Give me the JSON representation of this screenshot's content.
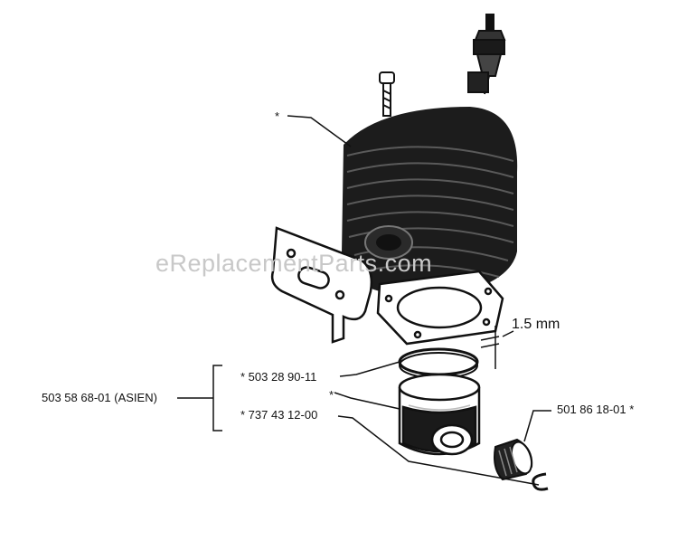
{
  "watermark": "eReplacementParts.com",
  "labels": {
    "cylinder_marker": "*",
    "ring_part": "* 503 28 90-11",
    "piston_marker": "*",
    "piston_part": "* 737 43 12-00",
    "group_part": "503 58 68-01 (ASIEN)",
    "bearing_part": "501 86 18-01 *",
    "gap_dim": "1.5 mm"
  },
  "colors": {
    "ink": "#111111",
    "watermark": "#c8c8c8",
    "background": "#ffffff"
  }
}
